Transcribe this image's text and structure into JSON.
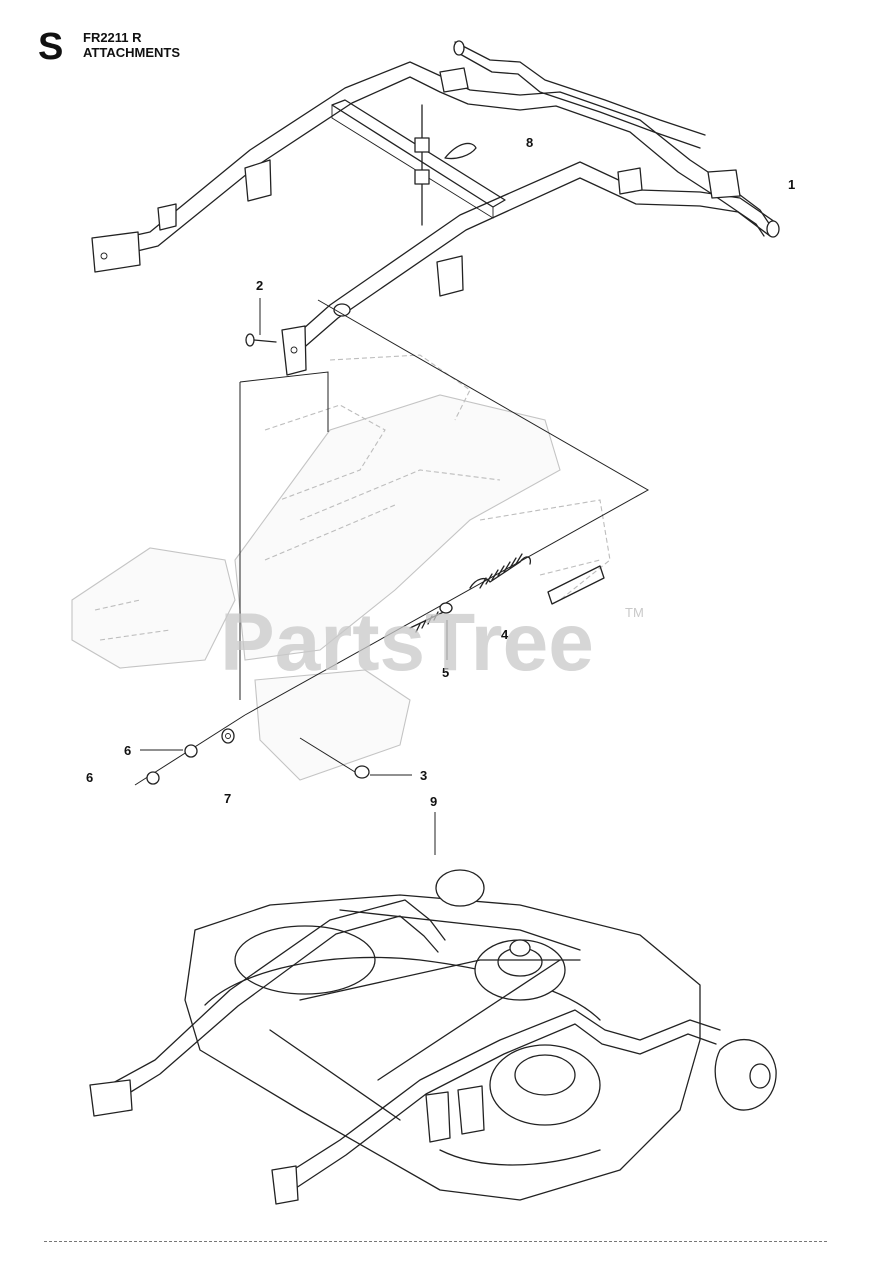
{
  "header": {
    "section": "S",
    "model": "FR2211 R",
    "title": "ATTACHMENTS"
  },
  "watermark": {
    "text": "PartsTree",
    "tm": "TM"
  },
  "callouts": [
    "1",
    "2",
    "3",
    "4",
    "5",
    "6",
    "6",
    "7",
    "8",
    "9"
  ],
  "colors": {
    "line": "#222222",
    "ghost": "#bdbdbd",
    "watermark": "#c9c9c9"
  }
}
